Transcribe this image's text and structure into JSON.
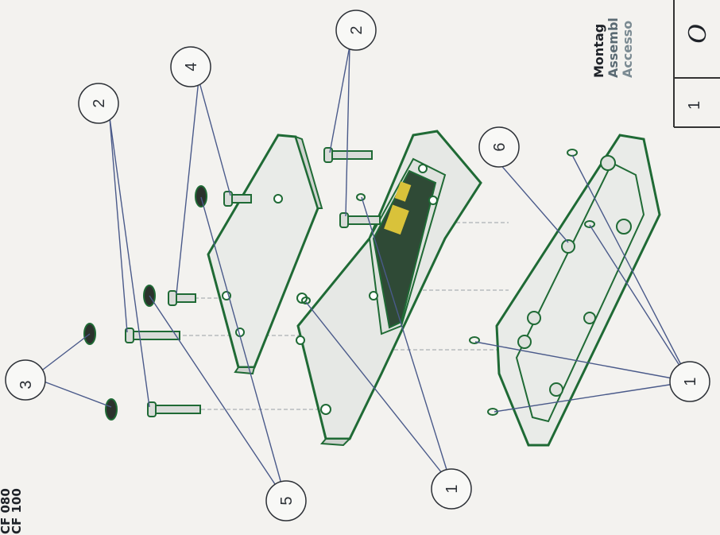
{
  "models": [
    "CF 080",
    "CF 100"
  ],
  "title_block": {
    "line1": "Montag",
    "line2": "Assembl",
    "line3": "Accesso",
    "row_number": "1",
    "row_symbol": "O"
  },
  "callouts": [
    "3",
    "2",
    "4",
    "2",
    "6",
    "1",
    "1",
    "5"
  ],
  "colors": {
    "part_edge": "#1f6a35",
    "part_fill": "#e9ebe8",
    "pcb": "#2f4a36",
    "connector": "#d9c23a",
    "leader": "#4a5a8a"
  }
}
